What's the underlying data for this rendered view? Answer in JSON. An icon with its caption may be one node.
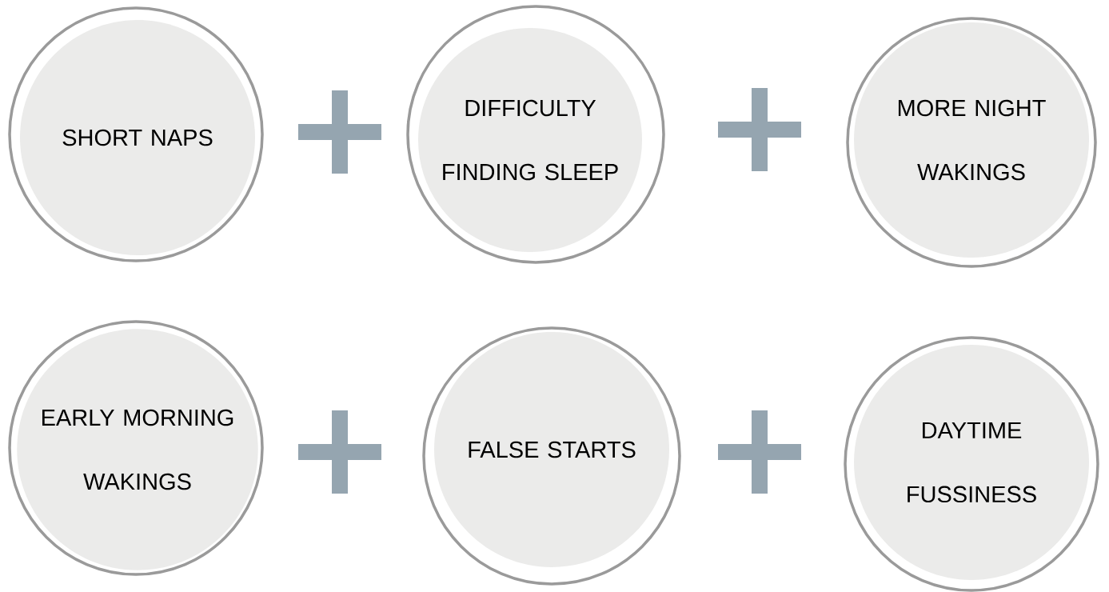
{
  "diagram": {
    "nodes": [
      {
        "text": [
          "SHORT NAPS"
        ]
      },
      {
        "text": [
          "DIFFICULTY FINDING SLEEP"
        ]
      },
      {
        "text": [
          "MORE NIGHT WAKINGS"
        ]
      },
      {
        "text": [
          "EARLY MORNING WAKINGS"
        ]
      },
      {
        "text": [
          "FALSE STARTS"
        ]
      },
      {
        "text": [
          "DAYTIME FUSSINESS"
        ]
      }
    ]
  }
}
